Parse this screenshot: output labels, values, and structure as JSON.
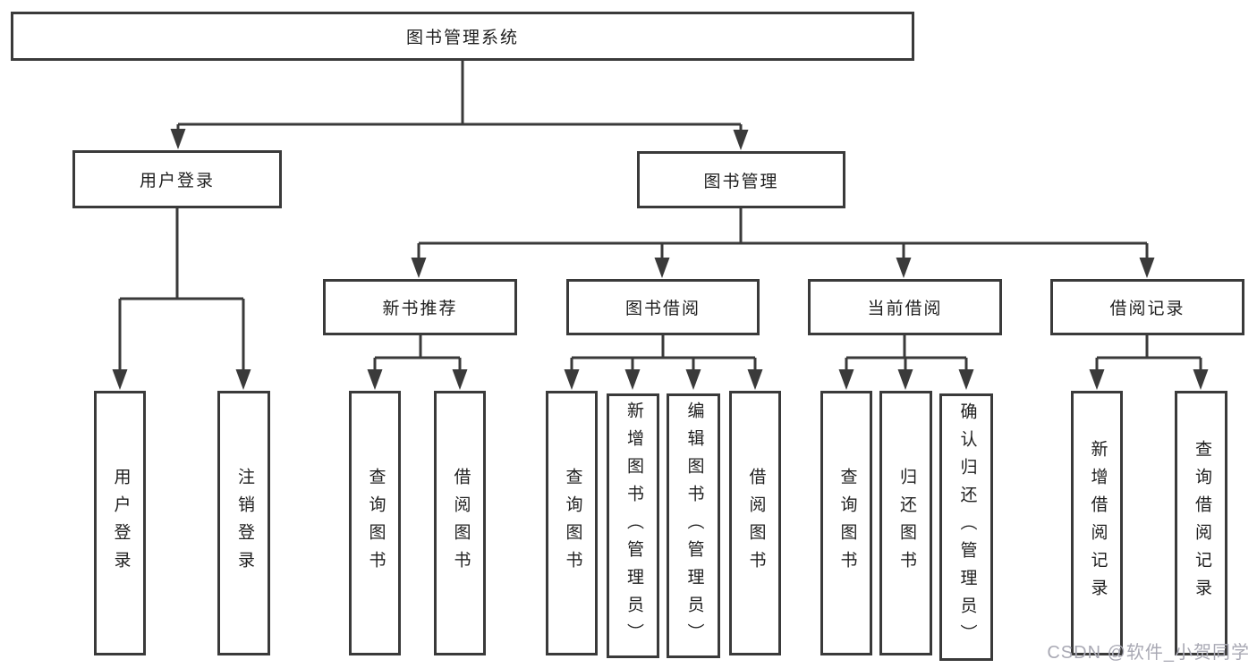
{
  "tree": {
    "root": {
      "label": "图书管理系统"
    },
    "branches": [
      {
        "label": "用户登录",
        "leaves": [
          "用户登录",
          "注销登录"
        ]
      },
      {
        "label": "图书管理",
        "children": [
          {
            "label": "新书推荐",
            "leaves": [
              "查询图书",
              "借阅图书"
            ]
          },
          {
            "label": "图书借阅",
            "leaves": [
              "查询图书",
              "新增图书（管理员）",
              "编辑图书（管理员）",
              "借阅图书"
            ]
          },
          {
            "label": "当前借阅",
            "leaves": [
              "查询图书",
              "归还图书",
              "确认归还（管理员）"
            ]
          },
          {
            "label": "借阅记录",
            "leaves": [
              "新增借阅记录",
              "查询借阅记录"
            ]
          }
        ]
      }
    ]
  },
  "watermark": "CSDN @软件_小贺同学",
  "colors": {
    "line": "#3a3a3a",
    "text": "#1f1f1f",
    "watermark": "#a9a9b4",
    "background": "#ffffff"
  }
}
